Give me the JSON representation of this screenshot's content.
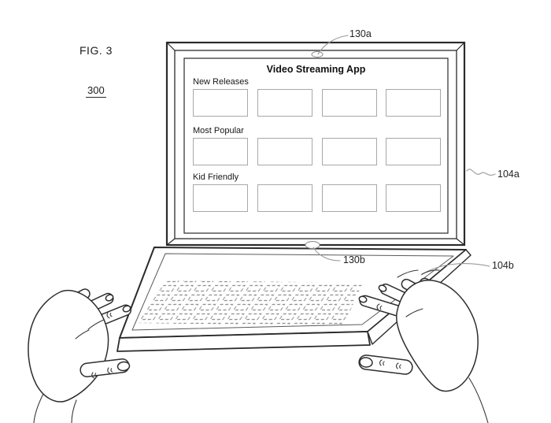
{
  "figure": {
    "label": "FIG. 3",
    "number": "300"
  },
  "device": {
    "screen_title": "Video Streaming App",
    "rows": [
      {
        "label": "New Releases",
        "thumbnail_count": 4
      },
      {
        "label": "Most Popular",
        "thumbnail_count": 4
      },
      {
        "label": "Kid Friendly",
        "thumbnail_count": 4
      }
    ]
  },
  "callouts": {
    "display_top": "130a",
    "display_bottom": "130b",
    "housing_top": "104a",
    "housing_bottom": "104b"
  },
  "colors": {
    "line": "#2b2b2b",
    "thumbnail_border": "#a8a8a8",
    "keyboard_dash": "#8f8f8f",
    "leader": "#9a9a9a",
    "background": "#ffffff"
  }
}
